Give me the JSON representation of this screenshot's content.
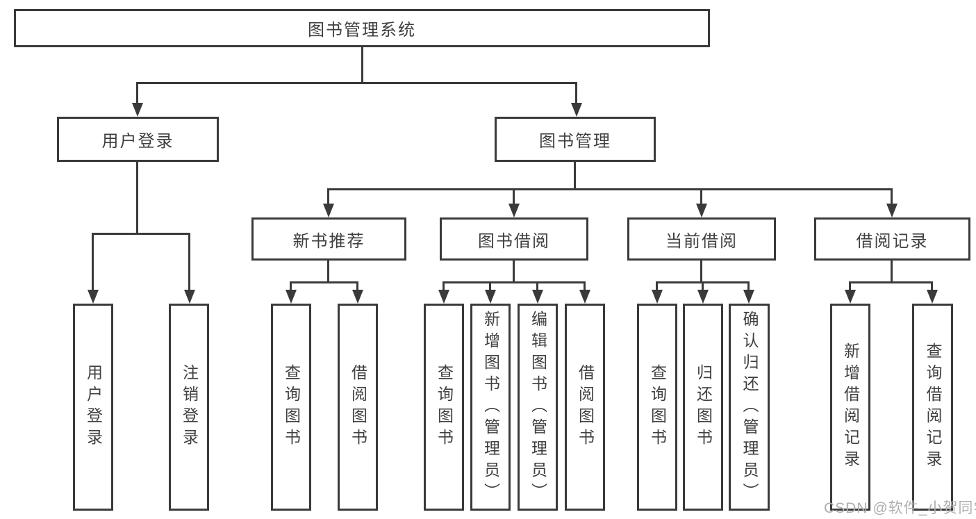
{
  "colors": {
    "line": "#3a3a3a",
    "box_border": "#3a3a3a",
    "text": "#3f3f3f",
    "watermark": "#aeaeae",
    "background": "#ffffff"
  },
  "watermark": {
    "text": "CSDN @软件_小贺同学"
  },
  "tree": {
    "root": "图书管理系统",
    "branches": [
      {
        "label": "用户登录",
        "children": [
          "用户登录",
          "注销登录"
        ]
      },
      {
        "label": "图书管理",
        "children": [
          {
            "label": "新书推荐",
            "children": [
              "查询图书",
              "借阅图书"
            ]
          },
          {
            "label": "图书借阅",
            "children": [
              "查询图书",
              "新增图书（管理员）",
              "编辑图书（管理员）",
              "借阅图书"
            ]
          },
          {
            "label": "当前借阅",
            "children": [
              "查询图书",
              "归还图书",
              "确认归还（管理员）"
            ]
          },
          {
            "label": "借阅记录",
            "children": [
              "新增借阅记录",
              "查询借阅记录"
            ]
          }
        ]
      }
    ]
  }
}
